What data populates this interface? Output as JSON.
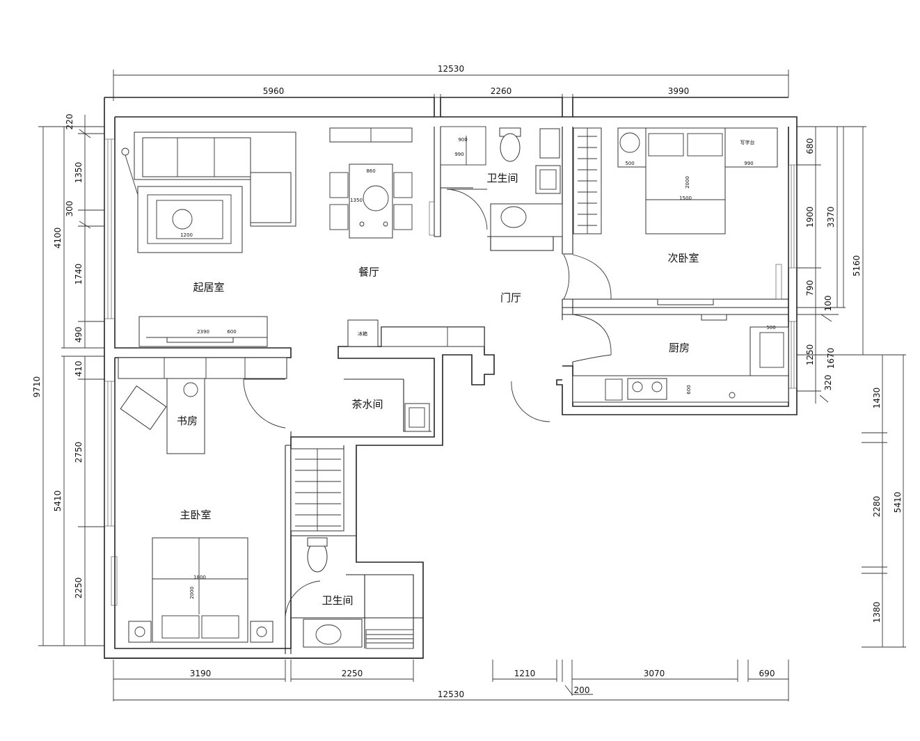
{
  "rooms": {
    "living": "起居室",
    "dining": "餐厅",
    "foyer": "门厅",
    "bath_top": "卫生间",
    "second_bedroom": "次卧室",
    "kitchen": "厨房",
    "study": "书房",
    "tea_room": "茶水间",
    "master_bedroom": "主卧室",
    "bath_bottom": "卫生间"
  },
  "dimensions": {
    "top": {
      "overall": "12530",
      "segments": [
        "5960",
        "2260",
        "3990"
      ]
    },
    "bottom": {
      "overall": "12530",
      "segments": [
        "3190",
        "2250",
        "1210",
        "3070",
        "690"
      ],
      "offset": "200"
    },
    "left": {
      "overall": "9710",
      "upper": "4100",
      "lower": "5410",
      "segments": [
        "220",
        "1350",
        "300",
        "1740",
        "490",
        "410",
        "2750",
        "2250"
      ]
    },
    "right": {
      "upper": "5160",
      "lower": "5410",
      "mid_a": "3370",
      "mid_b": "1670",
      "segments": [
        "680",
        "1900",
        "790",
        "100",
        "1250",
        "320",
        "1430",
        "2280",
        "1380"
      ]
    }
  },
  "furniture_labels": {
    "rug": "1200",
    "dining_table": "860",
    "dining_width": "1350",
    "tv_cabinet": "2390",
    "tv_depth": "600",
    "fridge": "冰箱",
    "shower": "900",
    "shower_b": "990",
    "bed_second_w": "1500",
    "bed_second_l": "2000",
    "nightstand": "500",
    "desk": "写字台",
    "desk_w": "990",
    "bed_master_w": "1800",
    "bed_master_l": "2000",
    "sink": "500",
    "counter": "600"
  }
}
